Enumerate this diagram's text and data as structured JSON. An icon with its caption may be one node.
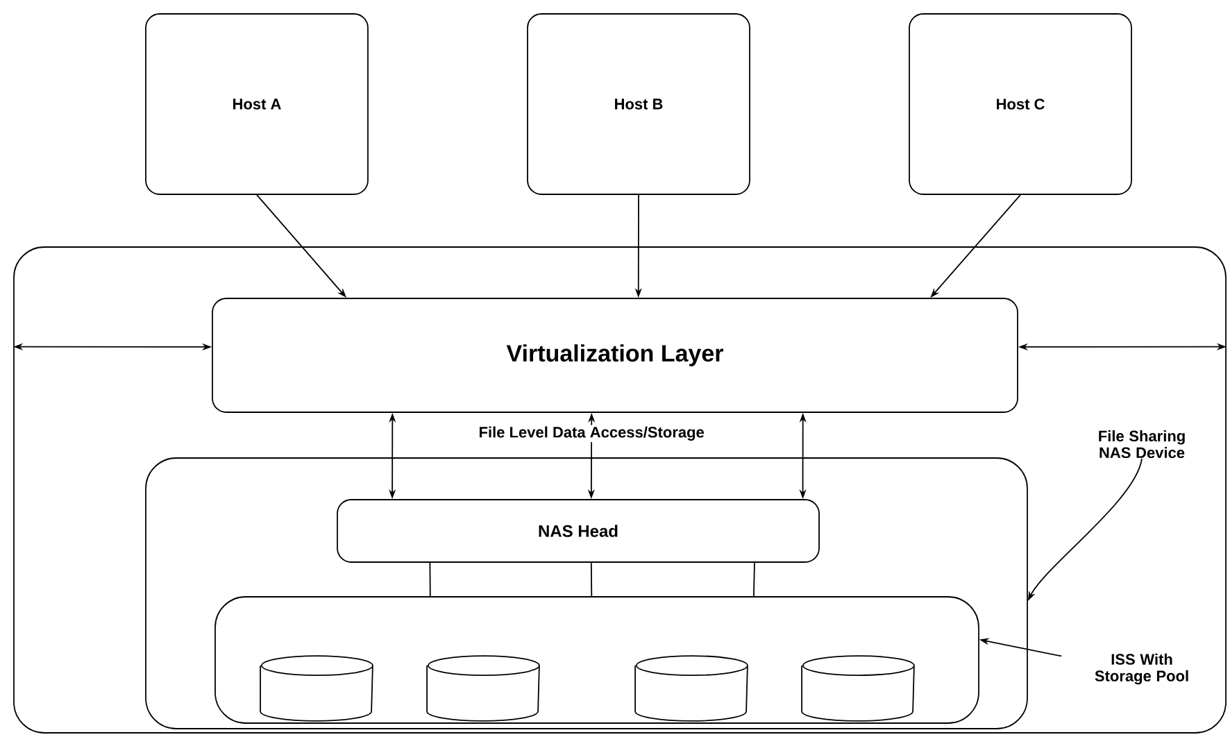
{
  "diagram": {
    "nodes": [
      {
        "text": [
          "Host  A"
        ]
      },
      {
        "text": [
          "Host B"
        ]
      },
      {
        "text": [
          "Host  C"
        ]
      },
      {
        "text": [],
        "shape": "box"
      },
      {
        "text": [
          "Virtualization Layer"
        ],
        "in": 3
      },
      {
        "text": [],
        "shape": "box",
        "in": 3
      },
      {
        "text": [
          "NAS Head"
        ],
        "in": 5
      },
      {
        "text": [],
        "shape": "box",
        "in": 5
      },
      {
        "text": [],
        "shape": "cylinder",
        "in": 7
      },
      {
        "text": [],
        "shape": "cylinder",
        "in": 7
      },
      {
        "text": [],
        "shape": "cylinder",
        "in": 7
      },
      {
        "text": [],
        "shape": "cylinder",
        "in": 7
      },
      {
        "text": [
          "File Sharing NAS Device"
        ],
        "in": 3
      },
      {
        "text": [
          "ISS With Storage Pool"
        ],
        "in": 3
      }
    ],
    "edges": [
      {
        "from": 0,
        "to": 4,
        "arrow": "to"
      },
      {
        "from": 1,
        "to": 4,
        "arrow": "to"
      },
      {
        "from": 2,
        "to": 4,
        "arrow": "to"
      },
      {
        "from": 3,
        "to": 4,
        "arrow": "both"
      },
      {
        "from": 4,
        "to": 3,
        "arrow": "both"
      },
      {
        "from": 4,
        "to": 6,
        "arrow": "both"
      },
      {
        "from": 4,
        "to": 6,
        "arrow": "both",
        "label": "File Level Data Access/Storage"
      },
      {
        "from": 4,
        "to": 6,
        "arrow": "both"
      },
      {
        "from": 6,
        "to": 7,
        "arrow": "none"
      },
      {
        "from": 6,
        "to": 7,
        "arrow": "none"
      },
      {
        "from": 6,
        "to": 7,
        "arrow": "none"
      },
      {
        "from": 12,
        "to": 5,
        "arrow": "to"
      },
      {
        "from": 13,
        "to": 7,
        "arrow": "to"
      }
    ]
  }
}
